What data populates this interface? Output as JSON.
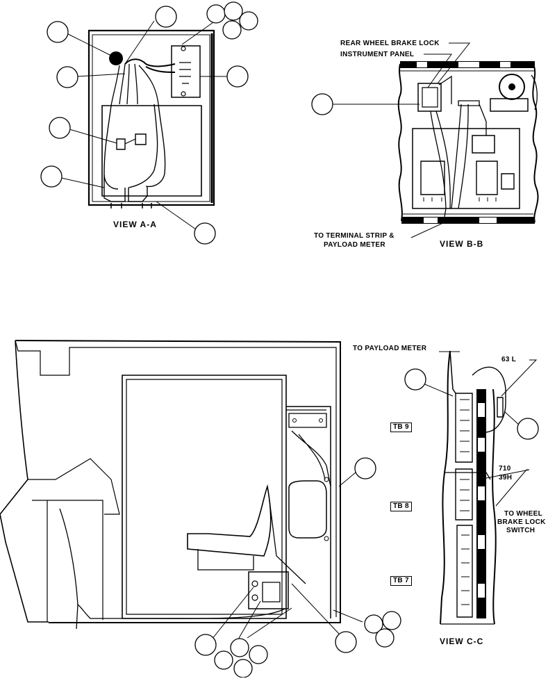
{
  "views": {
    "view_aa": "VIEW A-A",
    "view_bb": "VIEW B-B",
    "view_cc": "VIEW C-C"
  },
  "labels": {
    "rear_wheel_brake_lock": "REAR WHEEL BRAKE LOCK",
    "instrument_panel": "INSTRUMENT PANEL",
    "terminal_strip_line1": "TO TERMINAL STRIP &",
    "terminal_strip_line2": "PAYLOAD METER",
    "to_payload_meter": "TO PAYLOAD METER",
    "wire_63l": "63 L",
    "wire_710": "710",
    "wire_39h": "39H",
    "to_wheel_line1": "TO WHEEL",
    "to_wheel_line2": "BRAKE LOCK",
    "to_wheel_line3": "SWITCH",
    "tb9": "TB 9",
    "tb8": "TB 8",
    "tb7": "TB 7"
  }
}
